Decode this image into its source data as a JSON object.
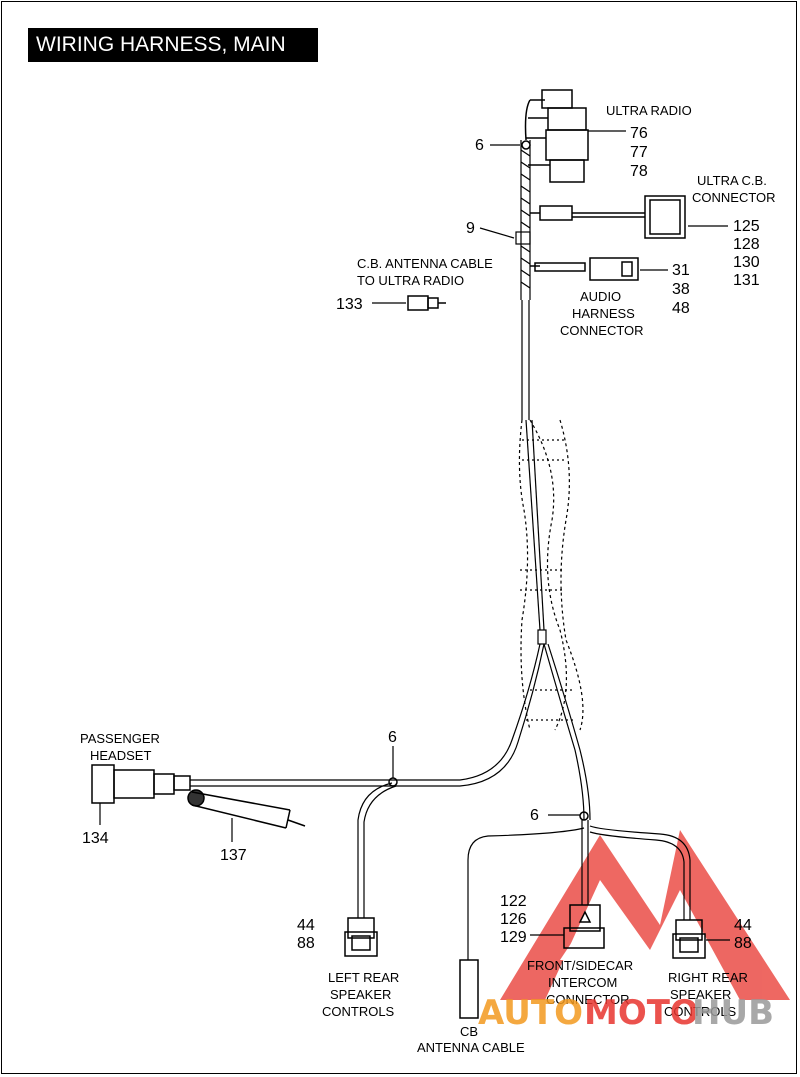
{
  "title": "WIRING HARNESS, MAIN",
  "labels": {
    "ultra_radio": "ULTRA RADIO",
    "ultra_radio_refs": [
      "76",
      "77",
      "78"
    ],
    "ultra_cb_1": "ULTRA C.B.",
    "ultra_cb_2": "CONNECTOR",
    "ultra_cb_refs": [
      "125",
      "128",
      "130",
      "131"
    ],
    "cb_antenna_1": "C.B. ANTENNA CABLE",
    "cb_antenna_2": "TO ULTRA RADIO",
    "cb_antenna_ref": "133",
    "audio_1": "AUDIO",
    "audio_2": "HARNESS",
    "audio_3": "CONNECTOR",
    "audio_refs": [
      "31",
      "38",
      "48"
    ],
    "ref_6": "6",
    "ref_9": "9",
    "passenger_1": "PASSENGER",
    "passenger_2": "HEADSET",
    "passenger_ref": "134",
    "ref_137": "137",
    "left_rear_refs": [
      "44",
      "88"
    ],
    "left_rear_1": "LEFT REAR",
    "left_rear_2": "SPEAKER",
    "left_rear_3": "CONTROLS",
    "front_refs": [
      "122",
      "126",
      "129"
    ],
    "front_1": "FRONT/SIDECAR",
    "front_2": "INTERCOM",
    "front_3": "CONNECTOR",
    "right_rear_refs": [
      "44",
      "88"
    ],
    "right_rear_1": "RIGHT REAR",
    "right_rear_2": "SPEAKER",
    "right_rear_3": "CONTROLS",
    "cb_antenna_bottom_1": "CB",
    "cb_antenna_bottom_2": "ANTENNA CABLE"
  },
  "watermark": {
    "part1": "AUTO",
    "part2": "MOTO",
    "part3": "HUB",
    "color_red": "#e8352e",
    "color_orange": "#f39a1f"
  }
}
